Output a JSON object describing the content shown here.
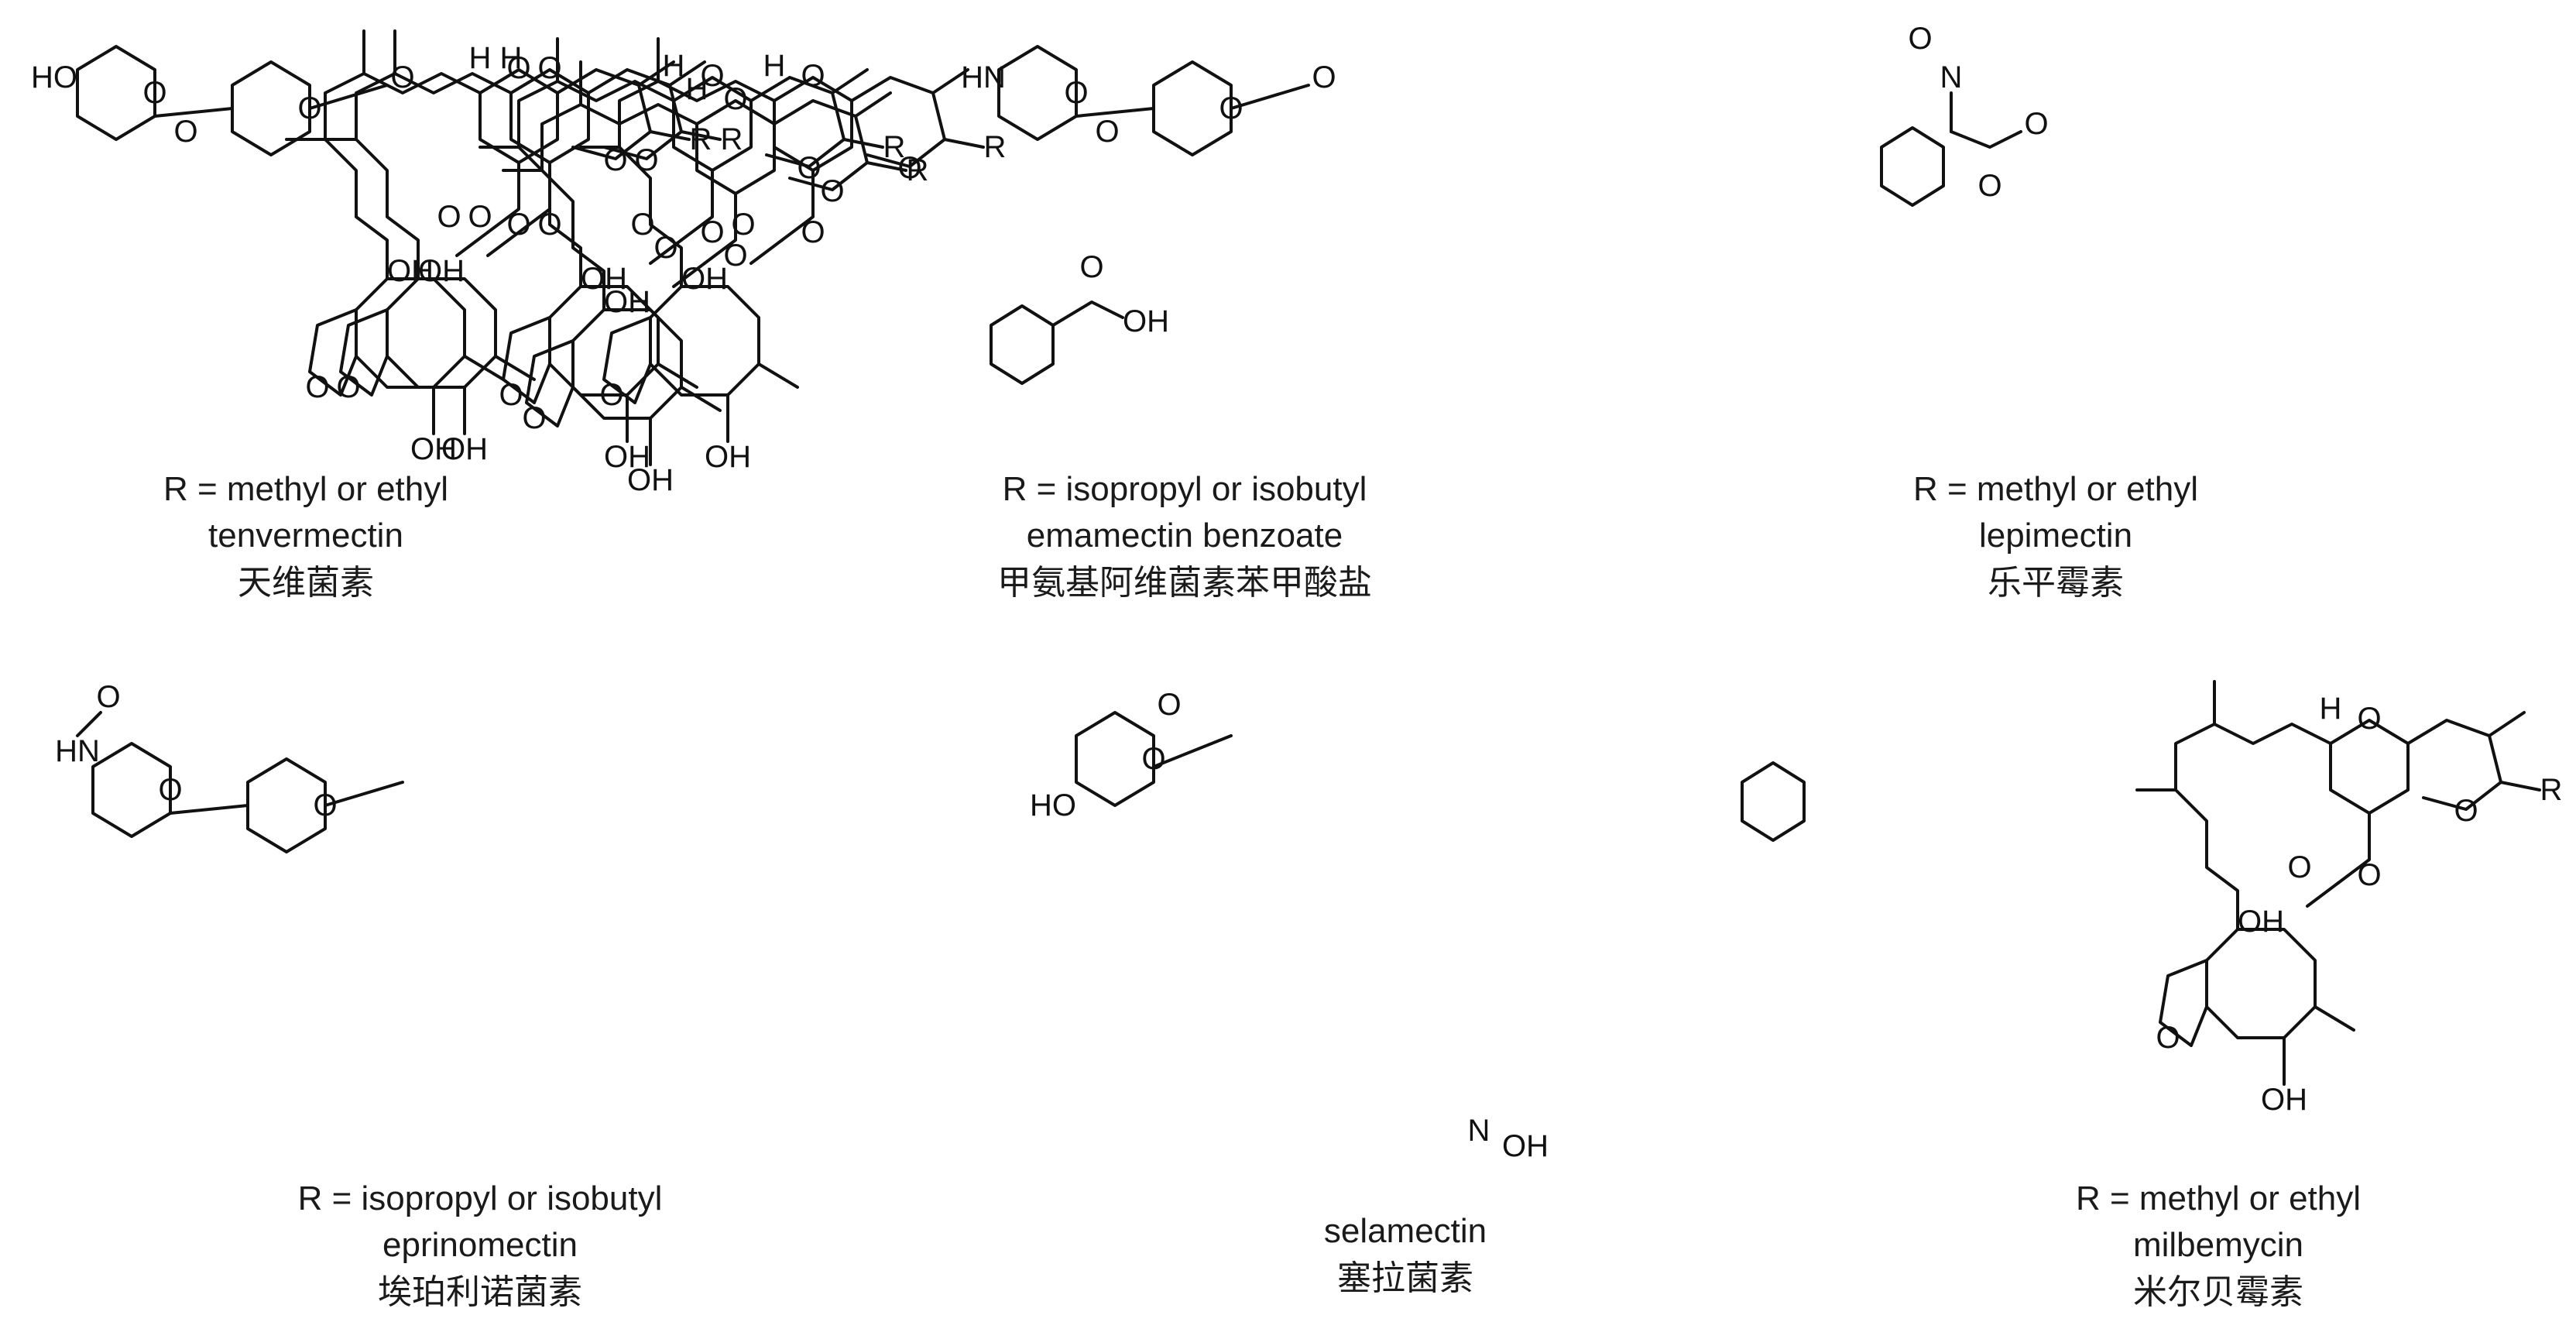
{
  "compounds": [
    {
      "r_text": "R = methyl or ethyl",
      "name": "tenvermectin",
      "name_cn": "天维菌素"
    },
    {
      "r_text": "R = isopropyl or isobutyl",
      "name": "emamectin benzoate",
      "name_cn": "甲氨基阿维菌素苯甲酸盐"
    },
    {
      "r_text": "R = methyl or ethyl",
      "name": "lepimectin",
      "name_cn": "乐平霉素"
    },
    {
      "r_text": "R = isopropyl or isobutyl",
      "name": "eprinomectin",
      "name_cn": "埃珀利诺菌素"
    },
    {
      "r_text": "",
      "name": "selamectin",
      "name_cn": "塞拉菌素"
    },
    {
      "r_text": "R = methyl or ethyl",
      "name": "milbemycin",
      "name_cn": "米尔贝霉素"
    }
  ],
  "atom_labels": {
    "ho": "HO",
    "oh": "OH",
    "o": "O",
    "h": "H",
    "r": "R",
    "n": "N",
    "hn": "HN"
  }
}
